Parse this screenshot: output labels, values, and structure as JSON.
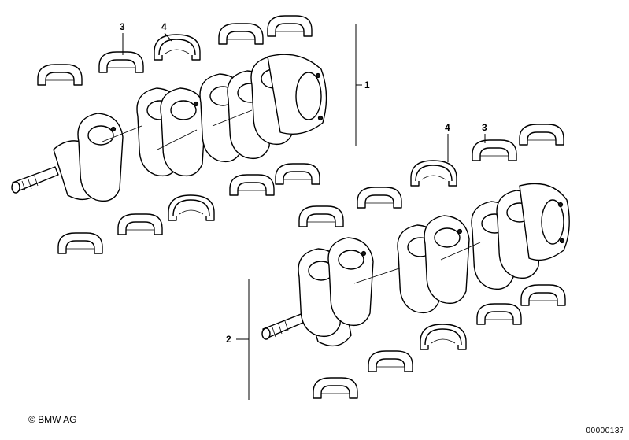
{
  "callouts": {
    "c3_top": "3",
    "c4_top": "4",
    "c1": "1",
    "c4_right": "4",
    "c3_right": "3",
    "c2": "2"
  },
  "footer": {
    "copyright": "© BMW AG",
    "doc_number": "00000137"
  }
}
